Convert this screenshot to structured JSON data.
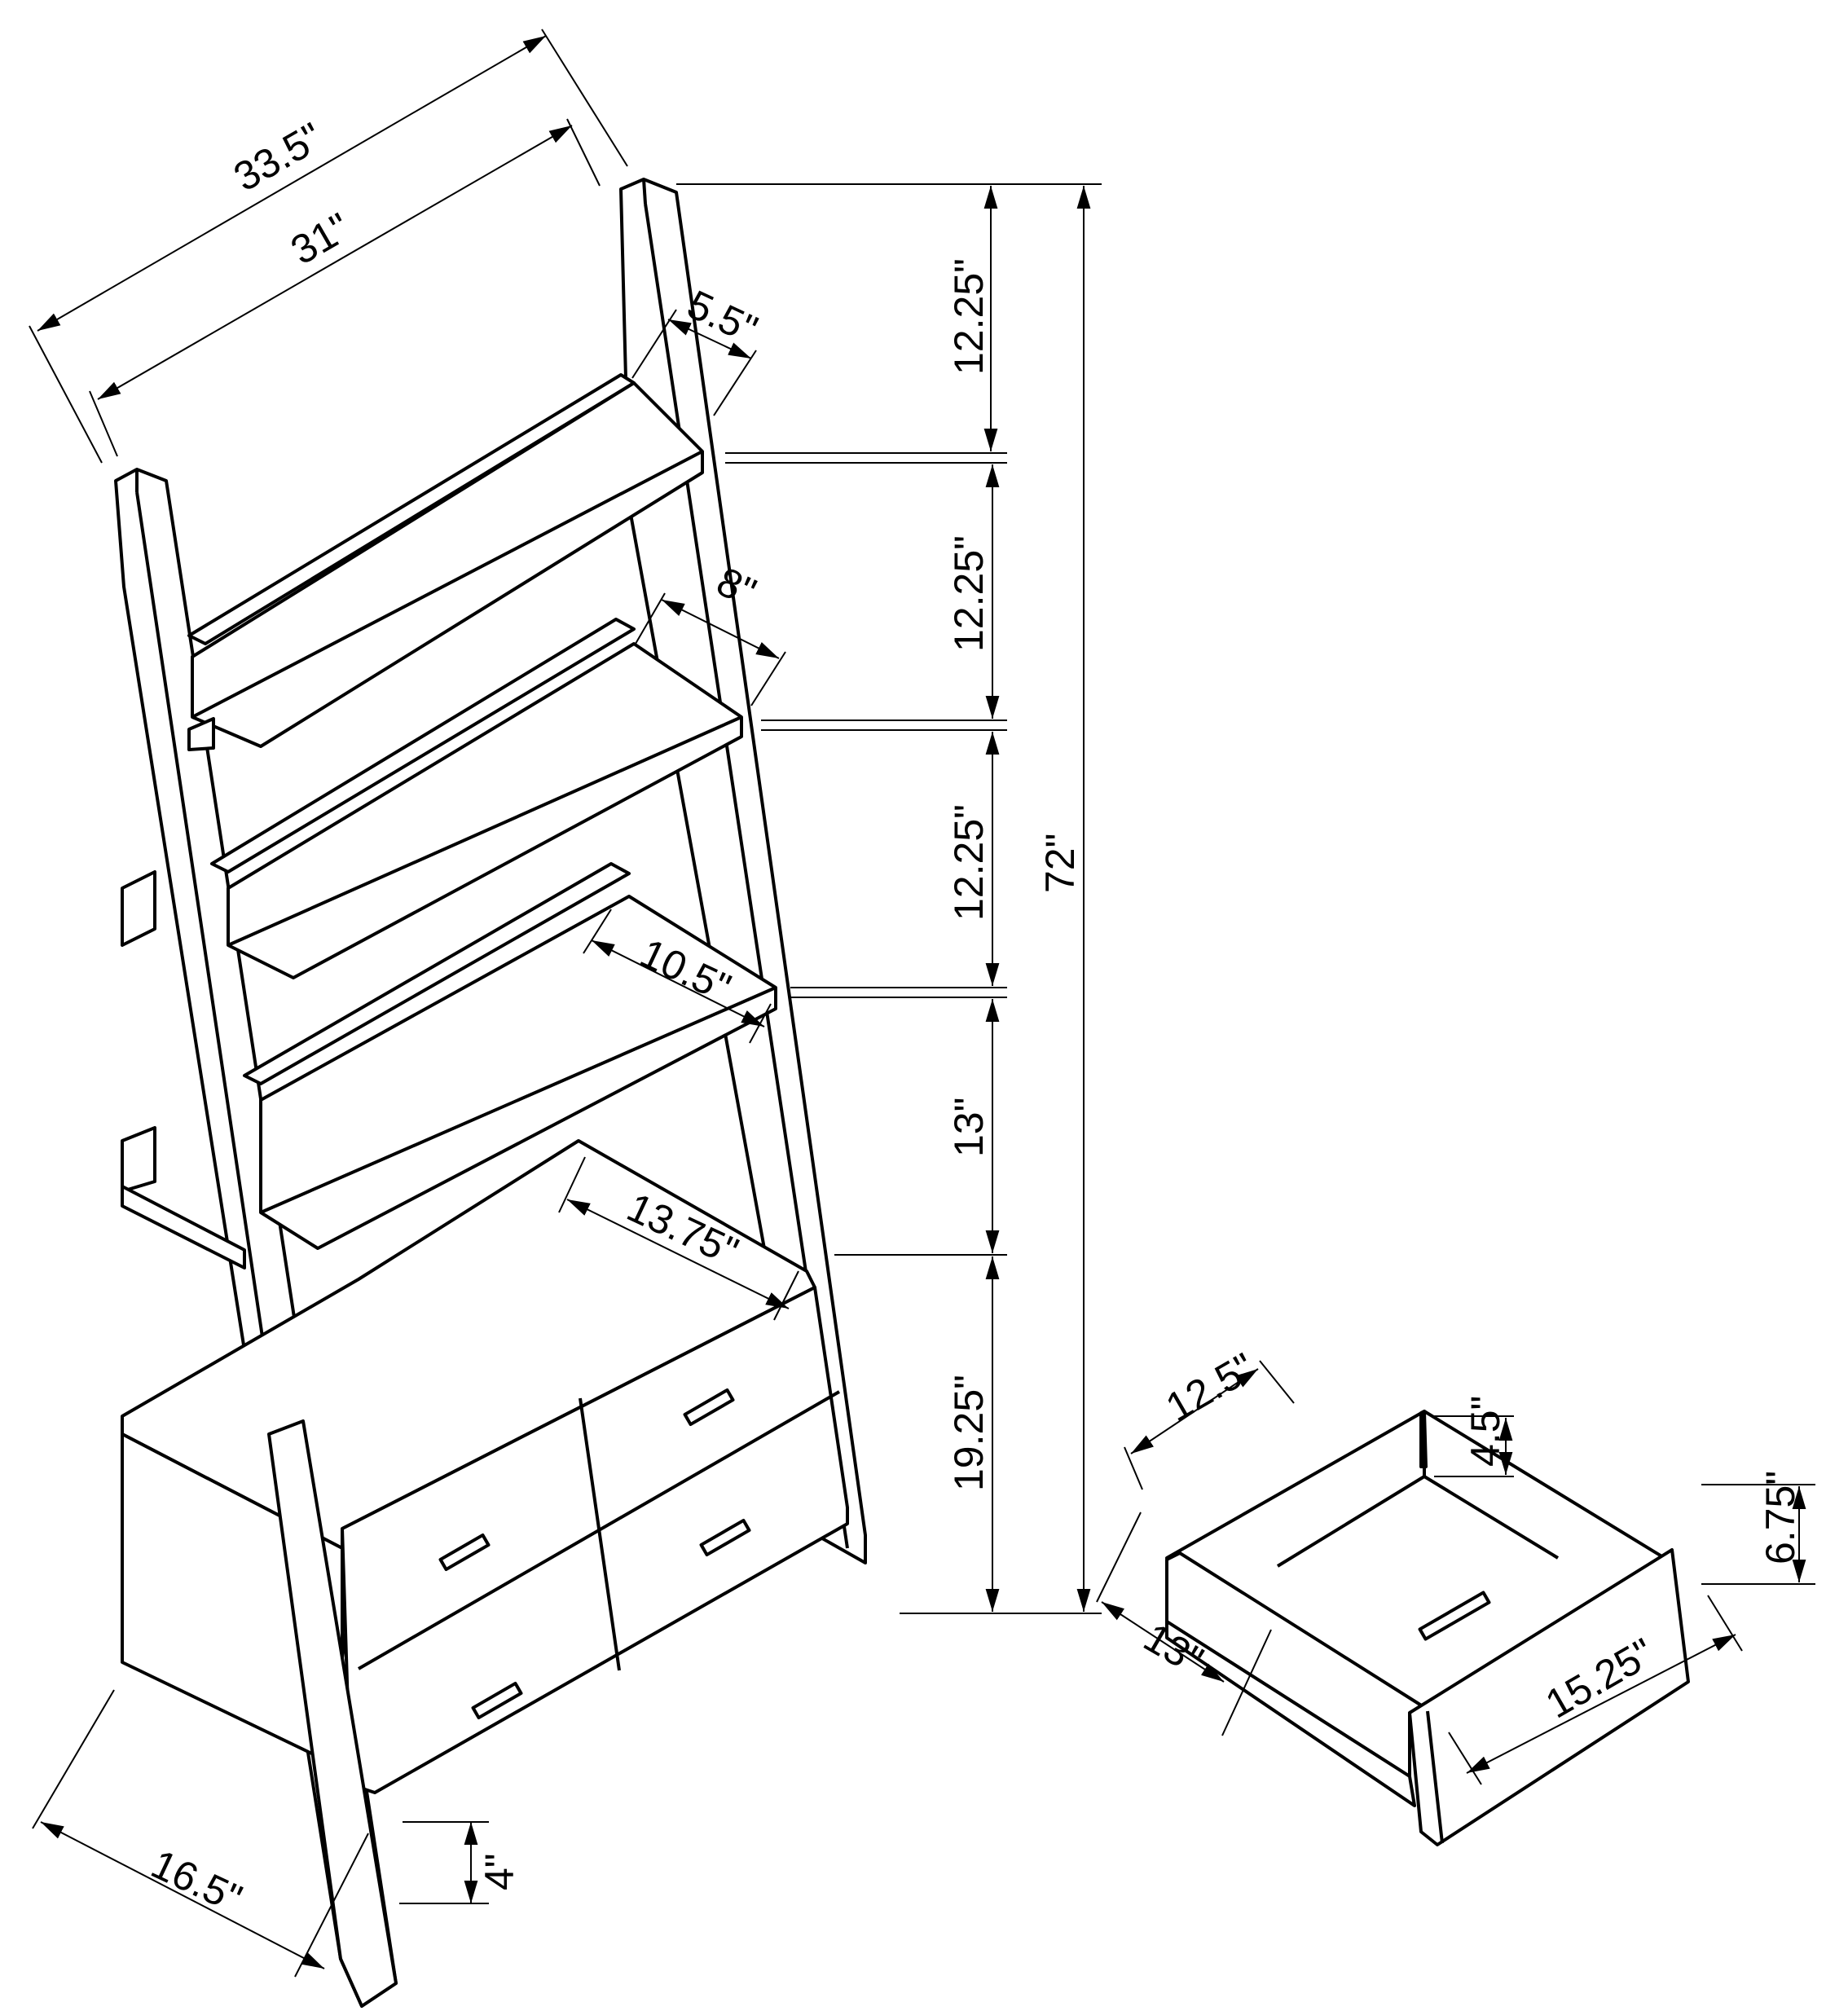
{
  "diagram": {
    "subject": "Ladder bookcase with drawer cabinet — dimension drawing",
    "colors": {
      "line": "#000000",
      "background": "#ffffff"
    },
    "bookcase_dimensions": {
      "overall_width_top": "33.5\"",
      "inner_width": "31\"",
      "top_shelf_depth": "5.5\"",
      "second_shelf_depth": "8\"",
      "third_shelf_depth": "10.5\"",
      "cabinet_top_depth": "13.75\"",
      "base_depth": "16.5\"",
      "leg_clearance": "4\"",
      "overall_height": "72\"",
      "shelf_spacing_1": "12.25\"",
      "shelf_spacing_2": "12.25\"",
      "shelf_spacing_3": "12.25\"",
      "shelf_spacing_4": "13\"",
      "cabinet_height": "19.25\""
    },
    "drawer_dimensions": {
      "inner_width": "12.5\"",
      "inner_height": "4.5\"",
      "front_height": "6.75\"",
      "depth": "13\"",
      "front_width": "15.25\""
    }
  }
}
